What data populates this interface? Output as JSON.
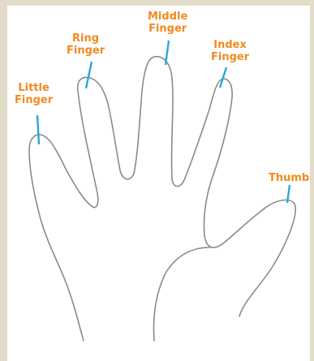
{
  "labels": {
    "little": [
      "Little",
      "Finger"
    ],
    "ring": [
      "Ring",
      "Finger"
    ],
    "middle": [
      "Middle",
      "Finger"
    ],
    "index": [
      "Index",
      "Finger"
    ],
    "thumb": [
      "Thumb"
    ]
  },
  "colors": {
    "background": "#e2dcc8",
    "panel": "#ffffff",
    "label": "#f28a1e",
    "pointer": "#2aa6e0",
    "outline": "#8a8a8a"
  }
}
